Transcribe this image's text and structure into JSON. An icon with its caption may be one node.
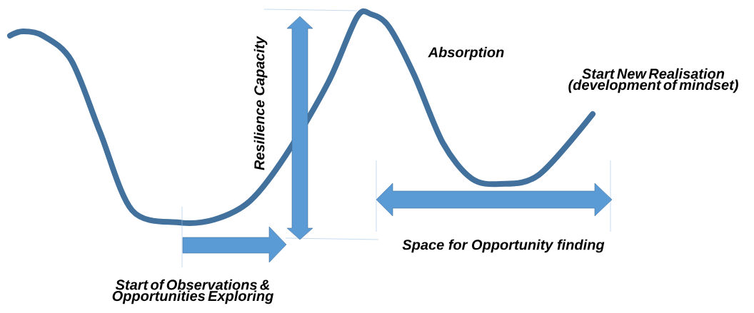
{
  "diagram": {
    "labels": [
      "Resilience Capacity",
      "Absorption",
      "Start New Realisation (development of mindset)",
      "Space for Opportunity finding",
      "Start of Observations & Opportunities Exploring"
    ]
  }
}
